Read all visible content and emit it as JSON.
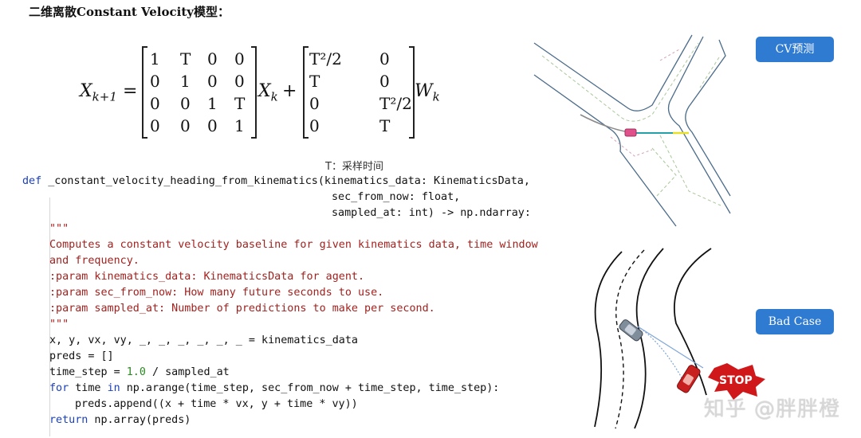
{
  "title": "二维离散Constant Velocity模型：",
  "formula": {
    "lhs": "X",
    "lhs_sub": "k+1",
    "eq": "=",
    "matrix_a": [
      [
        "1",
        "T",
        "0",
        "0"
      ],
      [
        "0",
        "1",
        "0",
        "0"
      ],
      [
        "0",
        "0",
        "1",
        "T"
      ],
      [
        "0",
        "0",
        "0",
        "1"
      ]
    ],
    "xk": "X",
    "xk_sub": "k",
    "plus": "+",
    "matrix_b": [
      [
        "T²/2",
        "0"
      ],
      [
        "T",
        "0"
      ],
      [
        "0",
        "T²/2"
      ],
      [
        "0",
        "T"
      ]
    ],
    "wk": "W",
    "wk_sub": "k"
  },
  "caption": "T：采样时间",
  "code": {
    "l1_def": "def",
    "l1_rest": " _constant_velocity_heading_from_kinematics(kinematics_data: KinematicsData,",
    "l2": "sec_from_now: float,",
    "l3": "sampled_at: int) -> np.ndarray:",
    "l4": "\"\"\"",
    "l5": "Computes a constant velocity baseline for given kinematics data, time window",
    "l6": "and frequency.",
    "l7": ":param kinematics_data: KinematicsData for agent.",
    "l8": ":param sec_from_now: How many future seconds to use.",
    "l9": ":param sampled_at: Number of predictions to make per second.",
    "l10": "\"\"\"",
    "l11": "x, y, vx, vy, _, _, _, _, _, _ = kinematics_data",
    "l12": "preds = []",
    "l13_a": "time_step = ",
    "l13_num": "1.0",
    "l13_b": " / sampled_at",
    "l14_for": "for",
    "l14_a": " time ",
    "l14_in": "in",
    "l14_b": " np.arange(time_step, sec_from_now + time_step, time_step):",
    "l15": "preds.append((x + time * vx, y + time * vy))",
    "l16_ret": "return",
    "l16_b": " np.array(preds)"
  },
  "buttons": {
    "cv": "CV预测",
    "bad": "Bad Case"
  },
  "stop_sign": "STOP",
  "watermark": "知乎 @胖胖橙",
  "colors": {
    "button": "#2f7bd1",
    "keyword": "#1a3fbf",
    "docstring": "#a3211e",
    "number": "#2b8a22"
  }
}
